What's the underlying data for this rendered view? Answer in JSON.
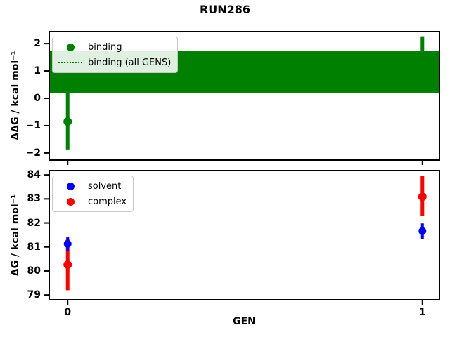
{
  "title": "RUN286",
  "colors": {
    "binding_green": "#008000",
    "solvent_blue": "#0000ff",
    "complex_red": "#ff0000",
    "axis": "#000000",
    "legend_border": "#c9c9c9"
  },
  "chart_data": [
    {
      "id": "ddg",
      "type": "scatter",
      "subtype": "errorbar-with-band",
      "ylabel": "ΔΔG / kcal mol⁻¹",
      "xlim": [
        -0.052,
        1.048
      ],
      "ylim": [
        -2.26,
        2.44
      ],
      "yticks": [
        2,
        1,
        0,
        -1,
        -2
      ],
      "xticks": [
        0,
        1
      ],
      "xtick_labels_visible": false,
      "grid": false,
      "band": {
        "label": "binding (all GENS)",
        "lo": 0.18,
        "hi": 1.74,
        "color": "#008000",
        "linestyle": "dotted"
      },
      "series": [
        {
          "name": "binding",
          "color": "#008000",
          "marker": "circle",
          "points": [
            {
              "x": 0,
              "y": -0.85,
              "err_lo": -1.87,
              "err_hi": 0.19
            },
            {
              "x": 1,
              "y": 1.4,
              "err_lo": 0.23,
              "err_hi": 2.27
            }
          ]
        }
      ],
      "legend": {
        "position": "upper-left",
        "items": [
          {
            "label": "binding",
            "marker": "dot",
            "color": "#008000"
          },
          {
            "label": "binding (all GENS)",
            "marker": "dotted-line",
            "color": "#008000"
          }
        ]
      }
    },
    {
      "id": "dg",
      "type": "scatter",
      "subtype": "errorbar",
      "xlabel": "GEN",
      "ylabel": "ΔG / kcal mol⁻¹",
      "xlim": [
        -0.052,
        1.048
      ],
      "ylim": [
        78.8,
        84.18
      ],
      "yticks": [
        84,
        83,
        82,
        81,
        80,
        79
      ],
      "xticks": [
        0,
        1
      ],
      "xtick_labels_visible": true,
      "grid": false,
      "series": [
        {
          "name": "solvent",
          "color": "#0000ff",
          "marker": "circle",
          "points": [
            {
              "x": 0,
              "y": 81.13,
              "err_lo": 80.82,
              "err_hi": 81.43
            },
            {
              "x": 1,
              "y": 81.66,
              "err_lo": 81.34,
              "err_hi": 81.98
            }
          ]
        },
        {
          "name": "complex",
          "color": "#ff0000",
          "marker": "circle",
          "points": [
            {
              "x": 0,
              "y": 80.26,
              "err_lo": 79.2,
              "err_hi": 81.32
            },
            {
              "x": 1,
              "y": 83.09,
              "err_lo": 82.3,
              "err_hi": 83.97
            }
          ]
        }
      ],
      "legend": {
        "position": "upper-left",
        "items": [
          {
            "label": "solvent",
            "marker": "dot",
            "color": "#0000ff"
          },
          {
            "label": "complex",
            "marker": "dot",
            "color": "#ff0000"
          }
        ]
      }
    }
  ]
}
